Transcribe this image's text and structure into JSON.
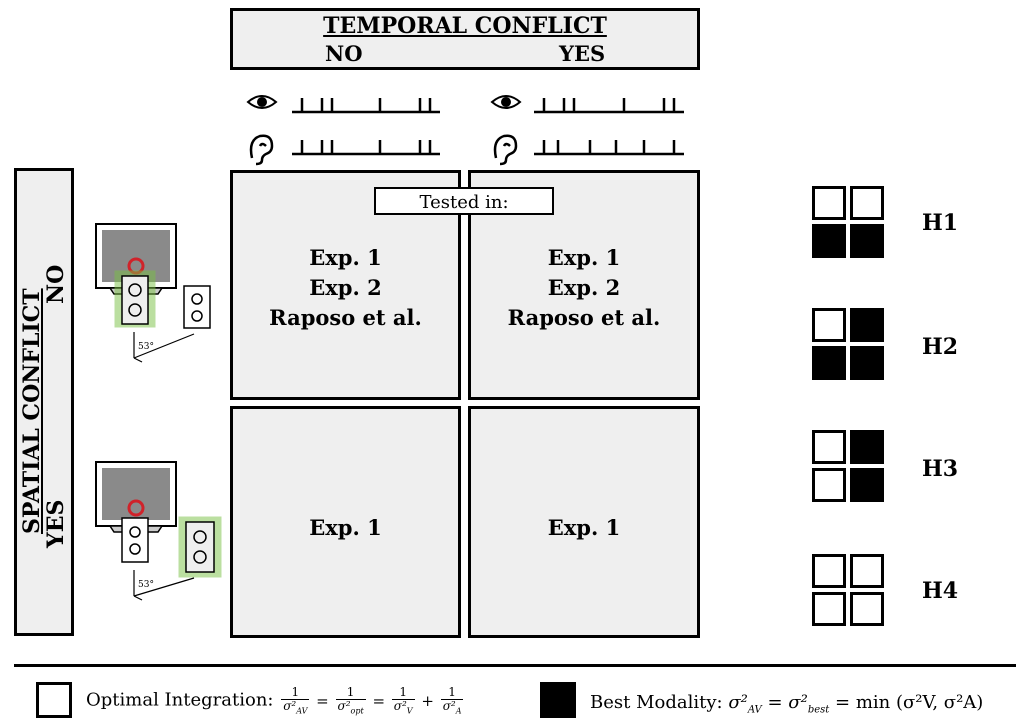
{
  "header": {
    "title": "TEMPORAL CONFLICT",
    "col_no": "NO",
    "col_yes": "YES"
  },
  "side": {
    "title": "SPATIAL CONFLICT",
    "row_no": "NO",
    "row_yes": "YES"
  },
  "tested_label": "Tested in:",
  "cells": {
    "no_no": [
      "Exp. 1",
      "Exp. 2",
      "Raposo et al."
    ],
    "no_yes": [
      "Exp. 1",
      "Exp. 2",
      "Raposo et al."
    ],
    "yes_no": [
      "Exp. 1"
    ],
    "yes_yes": [
      "Exp. 1"
    ]
  },
  "angle_label": "53°",
  "hypotheses": [
    {
      "label": "H1",
      "fill": [
        "white",
        "white",
        "black",
        "black"
      ]
    },
    {
      "label": "H2",
      "fill": [
        "white",
        "black",
        "black",
        "black"
      ]
    },
    {
      "label": "H3",
      "fill": [
        "white",
        "black",
        "white",
        "black"
      ]
    },
    {
      "label": "H4",
      "fill": [
        "white",
        "white",
        "white",
        "white"
      ]
    }
  ],
  "legend": {
    "optimal_label": "Optimal Integration:",
    "best_label": "Best Modality:",
    "best_formula": "min (σ²V, σ²A)"
  },
  "colors": {
    "panel_fill": "#efefef",
    "speaker_highlight": "#7ac143",
    "fixation_ring": "#d0222a"
  }
}
